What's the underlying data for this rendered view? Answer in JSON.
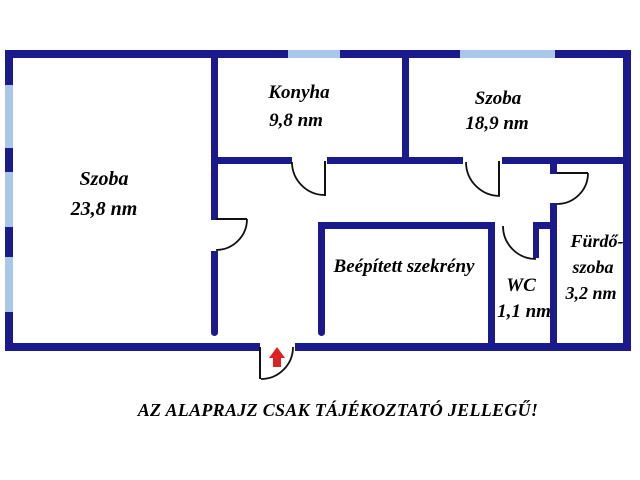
{
  "floorplan": {
    "rooms": {
      "szoba_large": {
        "name": "Szoba",
        "area": "23,8 nm"
      },
      "konyha": {
        "name": "Konyha",
        "area": "9,8 nm"
      },
      "szoba_small": {
        "name": "Szoba",
        "area": "18,9 nm"
      },
      "szekreny": {
        "name": "Beépített szekrény"
      },
      "wc": {
        "name": "WC",
        "area": "1,1 nm"
      },
      "furdo": {
        "name_line1": "Fürdő-",
        "name_line2": "szoba",
        "area": "3,2 nm"
      }
    },
    "disclaimer": "AZ ALAPRAJZ CSAK TÁJÉKOZTATÓ JELLEGŰ!",
    "entrance": {
      "marker": "red-up-arrow"
    }
  },
  "colors": {
    "wall": "#1a1a8c",
    "window": "#a9c7e8",
    "door_line": "#111111",
    "text": "#000000",
    "arrow": "#dd2020",
    "background": "#ffffff"
  }
}
